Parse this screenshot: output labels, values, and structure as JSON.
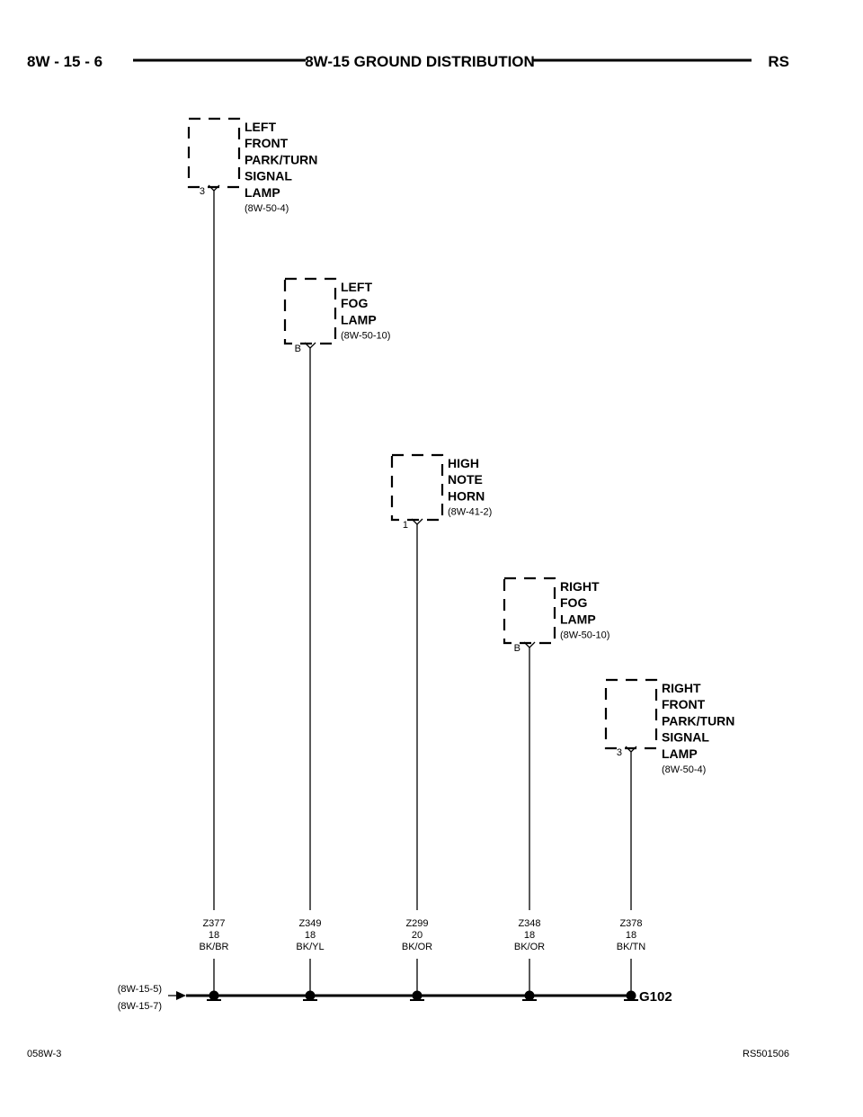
{
  "header": {
    "left": "8W - 15 - 6",
    "title": "8W-15 GROUND DISTRIBUTION",
    "right": "RS"
  },
  "components": [
    {
      "id": "lf-park",
      "name_lines": [
        "LEFT",
        "FRONT",
        "PARK/TURN",
        "SIGNAL",
        "LAMP"
      ],
      "ref": "(8W-50-4)",
      "pin": "3"
    },
    {
      "id": "l-fog",
      "name_lines": [
        "LEFT",
        "FOG",
        "LAMP"
      ],
      "ref": "(8W-50-10)",
      "pin": "B"
    },
    {
      "id": "horn",
      "name_lines": [
        "HIGH",
        "NOTE",
        "HORN"
      ],
      "ref": "(8W-41-2)",
      "pin": "1"
    },
    {
      "id": "r-fog",
      "name_lines": [
        "RIGHT",
        "FOG",
        "LAMP"
      ],
      "ref": "(8W-50-10)",
      "pin": "B"
    },
    {
      "id": "rf-park",
      "name_lines": [
        "RIGHT",
        "FRONT",
        "PARK/TURN",
        "SIGNAL",
        "LAMP"
      ],
      "ref": "(8W-50-4)",
      "pin": "3"
    }
  ],
  "wires": [
    {
      "circuit": "Z377",
      "gauge": "18",
      "color": "BK/BR"
    },
    {
      "circuit": "Z349",
      "gauge": "18",
      "color": "BK/YL"
    },
    {
      "circuit": "Z299",
      "gauge": "20",
      "color": "BK/OR"
    },
    {
      "circuit": "Z348",
      "gauge": "18",
      "color": "BK/OR"
    },
    {
      "circuit": "Z378",
      "gauge": "18",
      "color": "BK/TN"
    }
  ],
  "bus": {
    "refs": [
      "(8W-15-5)",
      "(8W-15-7)"
    ],
    "ground_label": "G102"
  },
  "footer": {
    "left": "058W-3",
    "right": "RS501506"
  }
}
